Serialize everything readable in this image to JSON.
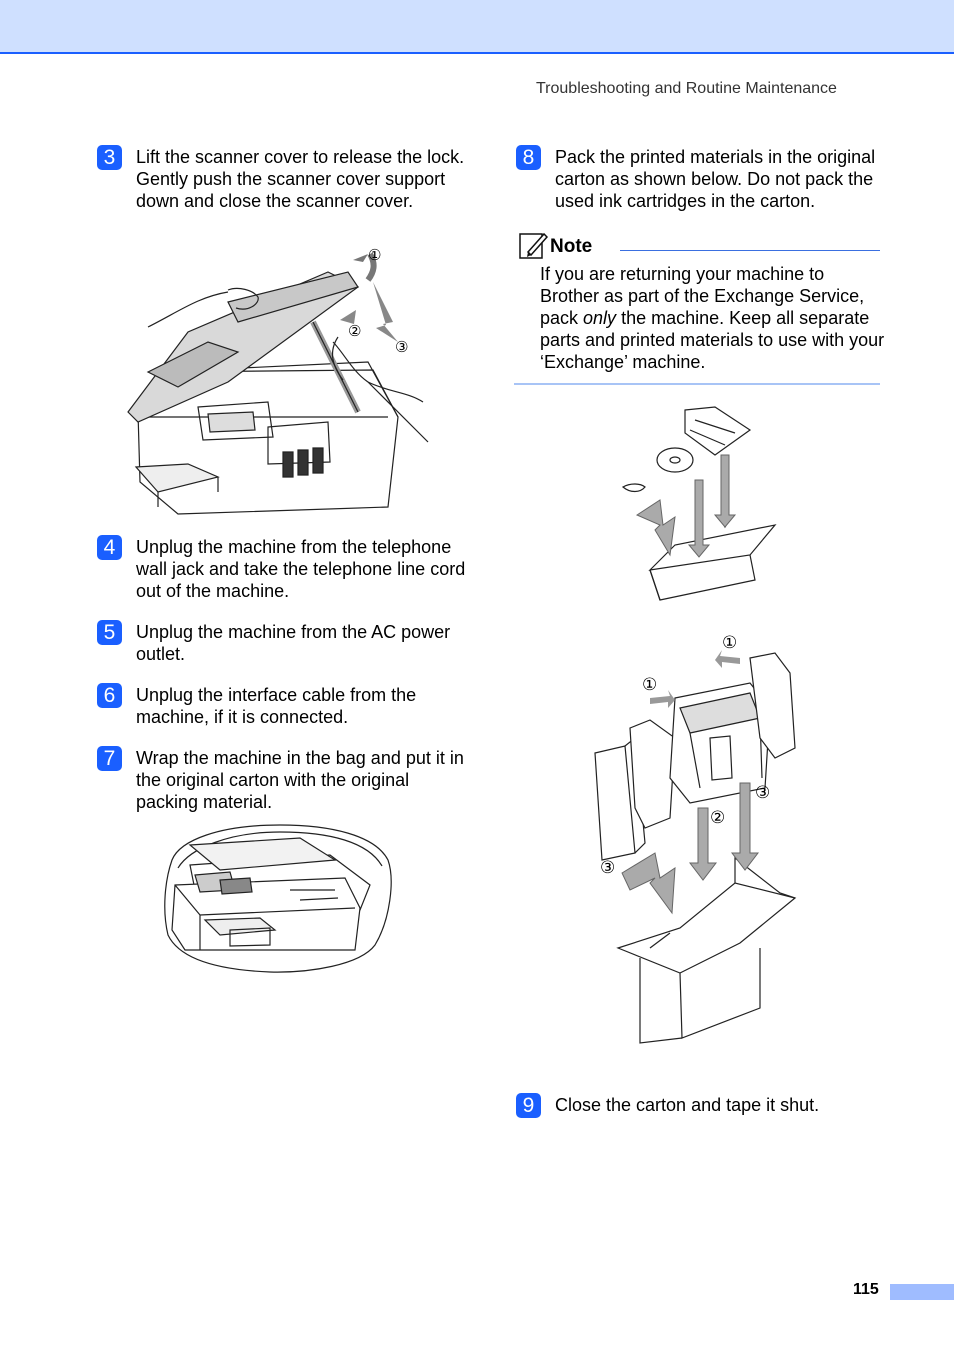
{
  "header": {
    "section_title": "Troubleshooting and Routine Maintenance"
  },
  "steps": [
    {
      "number": "3",
      "text": "Lift the scanner cover to release the lock. Gently push the scanner cover support down and close the scanner cover."
    },
    {
      "number": "4",
      "text": "Unplug the machine from the telephone wall jack and take the telephone line cord out of the machine."
    },
    {
      "number": "5",
      "text": "Unplug the machine from the AC power outlet."
    },
    {
      "number": "6",
      "text": "Unplug the interface cable from the machine, if it is connected."
    },
    {
      "number": "7",
      "text": "Wrap the machine in the bag and put it in the original carton with the original packing material."
    },
    {
      "number": "8",
      "text": "Pack the printed materials in the original carton as shown below. Do not pack the used ink cartridges in the carton."
    },
    {
      "number": "9",
      "text": "Close the carton and tape it shut."
    }
  ],
  "note": {
    "title": "Note",
    "text_before": "If you are returning your machine to Brother as part of the Exchange Service, pack ",
    "emphasis": "only",
    "text_after": " the machine. Keep all separate parts and printed materials to use with your ‘Exchange’ machine."
  },
  "figure_callouts": {
    "scanner": [
      "①",
      "②",
      "③"
    ],
    "carton": [
      "①",
      "①",
      "②",
      "③",
      "③"
    ]
  },
  "footer": {
    "page_number": "115"
  },
  "colors": {
    "accent": "#1a5fff",
    "band": "#cfe0ff",
    "page_tab": "#9fbcff"
  }
}
